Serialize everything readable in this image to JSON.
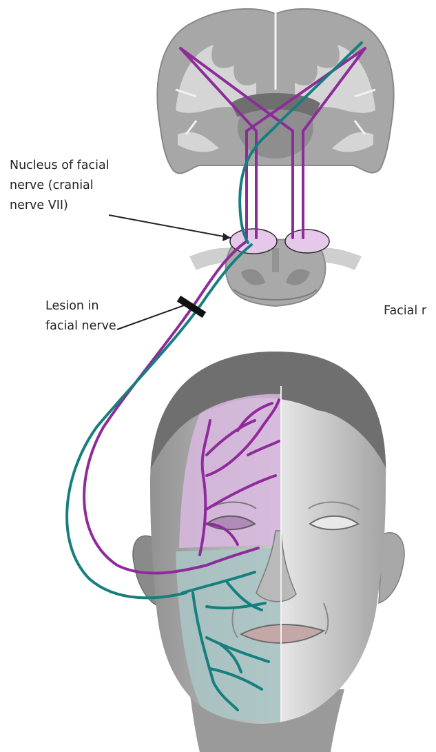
{
  "labels": {
    "nucleus": [
      "Nucleus of facial",
      "nerve (cranial",
      "nerve VII)"
    ],
    "lesion": [
      "Lesion in",
      "facial nerve"
    ],
    "right_cut": "Facial r"
  },
  "colors": {
    "upper_motor_pathway": "#8e2b9a",
    "lower_face_pathway": "#167f7e",
    "brain_gray": "#a5a5a5",
    "brain_light": "#d4d4d4",
    "upper_face_tint": "#d9b8e0",
    "lower_face_tint": "#a9c6c6",
    "lesion_marker": "#111111"
  },
  "icons": {
    "brain": "coronal-brain-section-icon",
    "brainstem": "brainstem-cross-section-icon",
    "head": "human-head-icon"
  }
}
